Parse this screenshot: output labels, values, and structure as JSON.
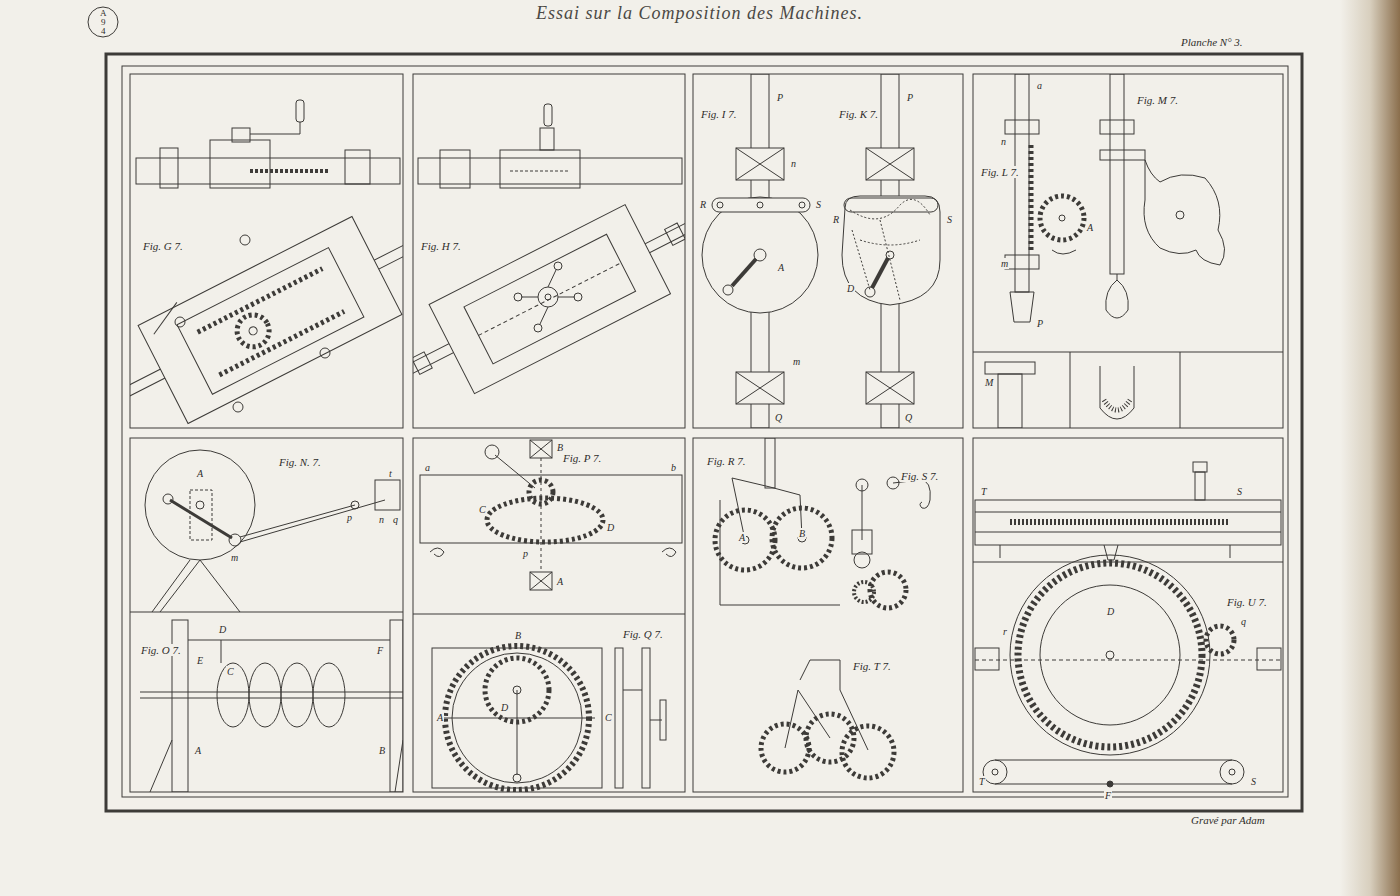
{
  "diagram": {
    "title": "Essai sur la Composition des Machines.",
    "labels": [
      "Planche N° 3.",
      "Gravé par Adam",
      "A",
      "9",
      "4",
      "Fig. G 7.",
      "Fig. H 7.",
      "Fig. I 7.",
      "Fig. K 7.",
      "Fig. L 7.",
      "Fig. M 7.",
      "Fig. N. 7.",
      "Fig. O 7.",
      "Fig. P 7.",
      "Fig. Q 7.",
      "Fig. R 7.",
      "Fig. S 7.",
      "Fig. T 7.",
      "Fig. U 7.",
      "P",
      "n",
      "R",
      "S",
      "A",
      "m",
      "Q",
      "P",
      "R",
      "S",
      "D",
      "Q",
      "a",
      "n",
      "A",
      "m",
      "P",
      "M",
      "A",
      "t",
      "q",
      "p",
      "n",
      "m",
      "E",
      "D",
      "C",
      "F",
      "A",
      "B",
      "B",
      "a",
      "b",
      "C",
      "D",
      "p",
      "A",
      "B",
      "A",
      "C",
      "D",
      "A",
      "B",
      "T",
      "S",
      "D",
      "r",
      "q",
      "T",
      "S",
      "F"
    ]
  }
}
